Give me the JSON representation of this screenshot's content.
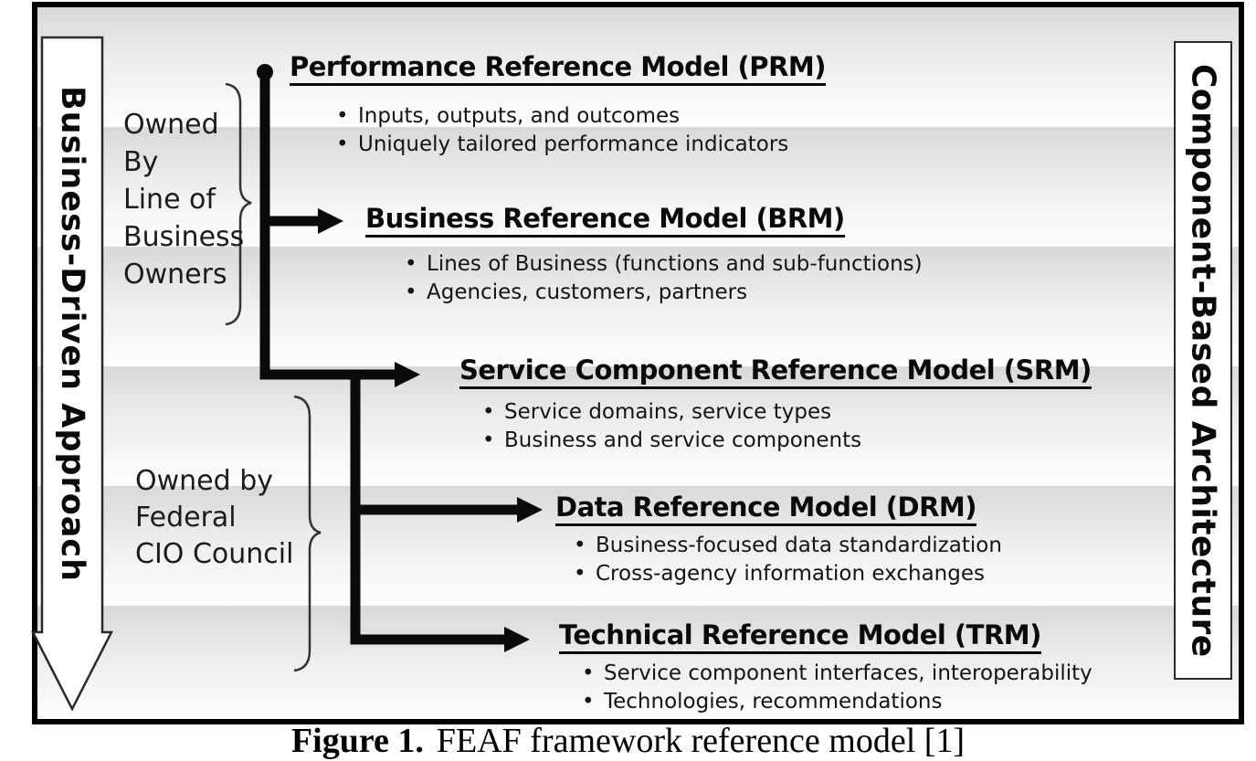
{
  "banners": {
    "left": "Business-Driven Approach",
    "right": "Component-Based Architecture"
  },
  "ownership": {
    "business_owners": "Owned\nBy\nLine of\nBusiness\nOwners",
    "cio_council": "Owned by\nFederal\nCIO Council"
  },
  "models": [
    {
      "id": "prm",
      "title": "Performance Reference Model (PRM)",
      "bullets": [
        "Inputs, outputs, and outcomes",
        "Uniquely tailored performance indicators"
      ]
    },
    {
      "id": "brm",
      "title": "Business Reference Model (BRM)",
      "bullets": [
        "Lines of Business (functions and sub-functions)",
        "Agencies, customers, partners"
      ]
    },
    {
      "id": "srm",
      "title": "Service Component Reference Model (SRM)",
      "bullets": [
        "Service domains, service types",
        "Business and service components"
      ]
    },
    {
      "id": "drm",
      "title": "Data Reference Model (DRM)",
      "bullets": [
        "Business-focused data standardization",
        "Cross-agency information exchanges"
      ]
    },
    {
      "id": "trm",
      "title": "Technical Reference Model (TRM)",
      "bullets": [
        "Service component interfaces, interoperability",
        "Technologies, recommendations"
      ]
    }
  ],
  "caption": {
    "label": "Figure 1.",
    "text": "FEAF framework reference model [1]"
  },
  "glyphs": {
    "bullet": "•"
  },
  "icons": {
    "left_banner_shape": "hollow-down-arrow",
    "tree_root": "filled-circle",
    "branch_arrowheads": "filled-right-triangle",
    "grouping": "right-curly-brace"
  },
  "colors": {
    "ink": "#0a0a0a",
    "band_dark": "#d9d9d9",
    "band_light": "#fdfdfd",
    "banner_fill": "#ffffff",
    "frame_border": "#000000"
  }
}
